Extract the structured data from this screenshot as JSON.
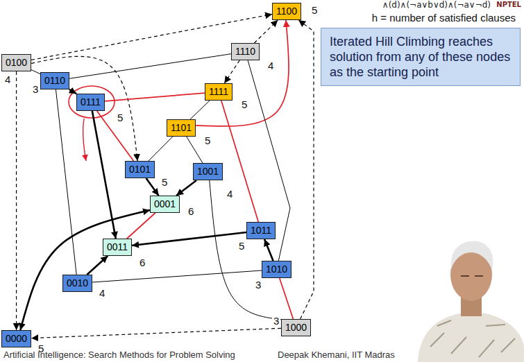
{
  "diagram": {
    "nodes": [
      {
        "text": [
          "0100",
          "4"
        ]
      },
      {
        "text": [
          "1100",
          "5"
        ]
      },
      {
        "text": [
          "1110",
          "4"
        ]
      },
      {
        "text": [
          "Iterated Hill Climbing reaches solution from any of these nodes as the starting point"
        ]
      },
      {
        "text": [
          "0110",
          "3"
        ]
      },
      {
        "text": [
          "1111",
          "5"
        ]
      },
      {
        "text": [
          "0111",
          "5"
        ]
      },
      {
        "text": [
          "1101",
          "5"
        ]
      },
      {
        "text": [
          "0101",
          "5"
        ]
      },
      {
        "text": [
          "1001",
          "4"
        ]
      },
      {
        "text": [
          "0001",
          "6"
        ]
      },
      {
        "text": [
          "1011",
          "5"
        ]
      },
      {
        "text": [
          "0011",
          "6"
        ]
      },
      {
        "text": [
          "1010",
          "3"
        ]
      },
      {
        "text": [
          "0010",
          "4"
        ]
      },
      {
        "text": [
          "0000",
          "5"
        ]
      },
      {
        "text": [
          "1000",
          "3"
        ]
      }
    ],
    "edges": [
      {
        "from": 0,
        "to": 4,
        "arrow": "none"
      },
      {
        "from": 0,
        "to": 1,
        "arrow": "to"
      },
      {
        "from": 0,
        "to": 15,
        "arrow": "to"
      },
      {
        "from": 0,
        "to": 8,
        "arrow": "to"
      },
      {
        "from": 4,
        "to": 6,
        "arrow": "to"
      },
      {
        "from": 4,
        "to": 2,
        "arrow": "none"
      },
      {
        "from": 4,
        "to": 14,
        "arrow": "none"
      },
      {
        "from": 6,
        "to": 5,
        "arrow": "none"
      },
      {
        "from": 6,
        "to": 8,
        "arrow": "none"
      },
      {
        "from": 6,
        "to": 12,
        "arrow": "to"
      },
      {
        "from": 2,
        "to": 1,
        "arrow": "to"
      },
      {
        "from": 2,
        "to": 5,
        "arrow": "to"
      },
      {
        "from": 7,
        "to": 1,
        "arrow": "to"
      },
      {
        "from": 7,
        "to": 8,
        "arrow": "none"
      },
      {
        "from": 7,
        "to": 9,
        "arrow": "none"
      },
      {
        "from": 7,
        "to": 5,
        "arrow": "none"
      },
      {
        "from": 5,
        "to": 11,
        "arrow": "none"
      },
      {
        "from": 8,
        "to": 10,
        "arrow": "to"
      },
      {
        "from": 9,
        "to": 10,
        "arrow": "to"
      },
      {
        "from": 9,
        "to": 16,
        "arrow": "none"
      },
      {
        "from": 11,
        "to": 12,
        "arrow": "to"
      },
      {
        "from": 13,
        "to": 11,
        "arrow": "to"
      },
      {
        "from": 13,
        "to": 2,
        "arrow": "none"
      },
      {
        "from": 13,
        "to": 14,
        "arrow": "none"
      },
      {
        "from": 13,
        "to": 16,
        "arrow": "none"
      },
      {
        "from": 14,
        "to": 12,
        "arrow": "to"
      },
      {
        "from": 15,
        "to": 10,
        "arrow": "both"
      },
      {
        "from": 10,
        "to": 12,
        "arrow": "none"
      },
      {
        "from": 16,
        "to": 15,
        "arrow": "to"
      },
      {
        "from": 16,
        "to": 1,
        "arrow": "to"
      }
    ],
    "labels": [
      "∧(d)∧(¬a∨b∨d)∧(¬a∨¬d)",
      "NPTEL",
      "h = number of satisfied clauses",
      "Artificial Intelligence: Search Methods for Problem Solving",
      "Deepak Khemani, IIT Madras"
    ]
  }
}
